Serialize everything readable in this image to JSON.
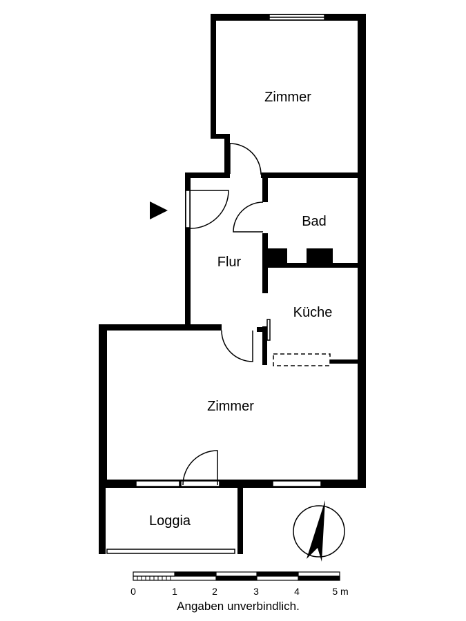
{
  "rooms": {
    "zimmer_top": "Zimmer",
    "bad": "Bad",
    "flur": "Flur",
    "kueche": "Küche",
    "zimmer_main": "Zimmer",
    "loggia": "Loggia"
  },
  "scale": {
    "ticks": [
      "0",
      "1",
      "2",
      "3",
      "4",
      "5 m"
    ]
  },
  "note": "Angaben unverbindlich.",
  "icons": {
    "entrance": "entrance-arrow-icon",
    "north": "north-arrow-compass-icon"
  },
  "colors": {
    "wall": "#000000",
    "background": "#ffffff"
  }
}
